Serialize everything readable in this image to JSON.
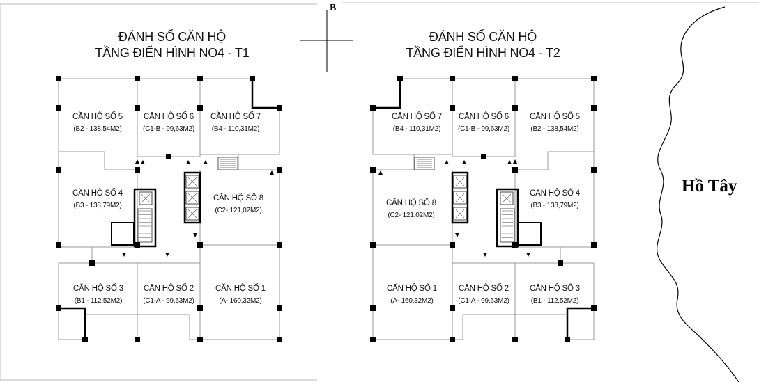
{
  "plans": [
    {
      "title_line1": "ĐÁNH SỐ CĂN HỘ",
      "title_line2": "TẦNG ĐIỂN HÌNH NO4 - T1",
      "units": [
        {
          "name": "CĂN HỘ SỐ 5",
          "area": "(B2 - 138,54M2)"
        },
        {
          "name": "CĂN HỘ SỐ 6",
          "area": "(C1-B - 99,63M2)"
        },
        {
          "name": "CĂN HỘ SỐ 7",
          "area": "(B4 - 110,31M2)"
        },
        {
          "name": "CĂN HỘ SỐ 4",
          "area": "(B3 - 138,79M2)"
        },
        {
          "name": "CĂN HỘ SỐ 8",
          "area": "(C2- 121,02M2)"
        },
        {
          "name": "CĂN HỘ SỐ 3",
          "area": "(B1 - 112,52M2)"
        },
        {
          "name": "CĂN HỘ SỐ 2",
          "area": "(C1-A - 99,63M2)"
        },
        {
          "name": "CĂN HỘ SỐ 1",
          "area": "(A- 160,32M2)"
        }
      ]
    },
    {
      "title_line1": "ĐÁNH SỐ CĂN HỘ",
      "title_line2": "TẦNG ĐIỂN HÌNH NO4 - T2",
      "units": [
        {
          "name": "CĂN HỘ SỐ 7",
          "area": "(B4 - 110,31M2)"
        },
        {
          "name": "CĂN HỘ SỐ 6",
          "area": "(C1-B - 99,63M2)"
        },
        {
          "name": "CĂN HỘ SỐ 5",
          "area": "(B2 - 138,54M2)"
        },
        {
          "name": "CĂN HỘ SỐ 8",
          "area": "(C2- 121,02M2)"
        },
        {
          "name": "CĂN HỘ SỐ 4",
          "area": "(B3 - 138,79M2)"
        },
        {
          "name": "CĂN HỘ SỐ 1",
          "area": "(A- 160,32M2)"
        },
        {
          "name": "CĂN HỘ SỐ 2",
          "area": "(C1-A - 99,63M2)"
        },
        {
          "name": "CĂN HỘ SỐ 3",
          "area": "(B1 - 112,52M2)"
        }
      ]
    }
  ],
  "north_mark": "B",
  "lake_label": "Hồ Tây",
  "colors": {
    "line": "#9a9a9a",
    "wall": "#000000",
    "background": "#ffffff"
  }
}
